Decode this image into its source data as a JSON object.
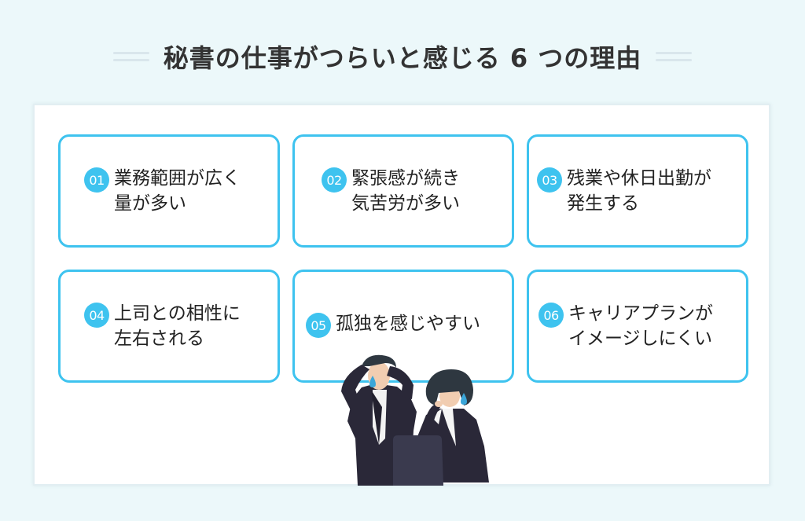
{
  "title": "秘書の仕事がつらいと感じる 6 つの理由",
  "accent_color": "#3ec3ef",
  "background_color": "#ecf8fa",
  "reasons": [
    {
      "number": "01",
      "line1": "業務範囲が広く",
      "line2": "量が多い"
    },
    {
      "number": "02",
      "line1": "緊張感が続き",
      "line2": "気苦労が多い"
    },
    {
      "number": "03",
      "line1": "残業や休日出勤が",
      "line2": "発生する"
    },
    {
      "number": "04",
      "line1": "上司との相性に",
      "line2": "左右される"
    },
    {
      "number": "05",
      "line1": "孤独を感じやすい",
      "line2": ""
    },
    {
      "number": "06",
      "line1": "キャリアプランが",
      "line2": "イメージしにくい"
    }
  ],
  "illustration": {
    "description": "two-stressed-office-workers-with-sweat-drops-at-laptop"
  }
}
